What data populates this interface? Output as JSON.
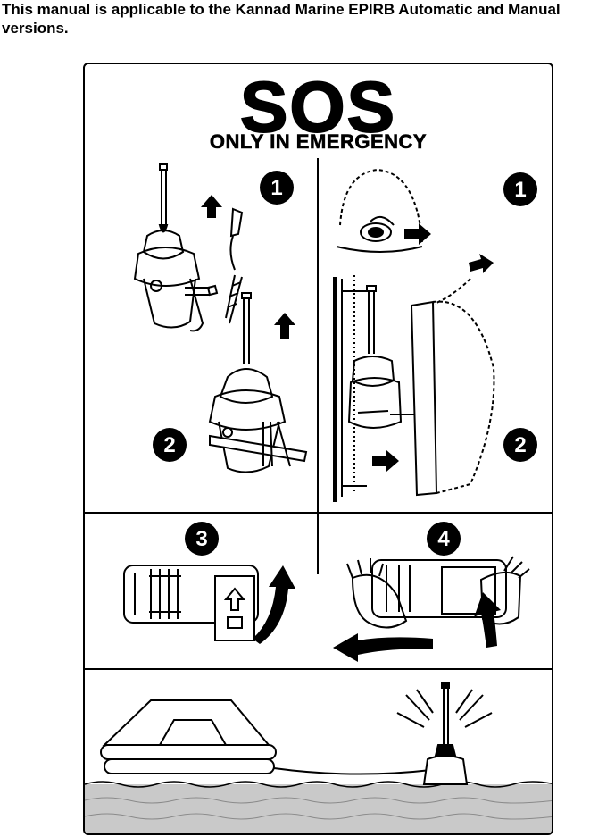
{
  "document": {
    "intro_text": "This manual is applicable to the Kannad Marine EPIRB Automatic and Manual versions."
  },
  "placard": {
    "title": "SOS",
    "subtitle": "ONLY IN EMERGENCY",
    "steps": {
      "left_step1": "1",
      "left_step2": "2",
      "right_step1": "1",
      "right_step2": "2",
      "step3": "3",
      "step4": "4"
    }
  }
}
